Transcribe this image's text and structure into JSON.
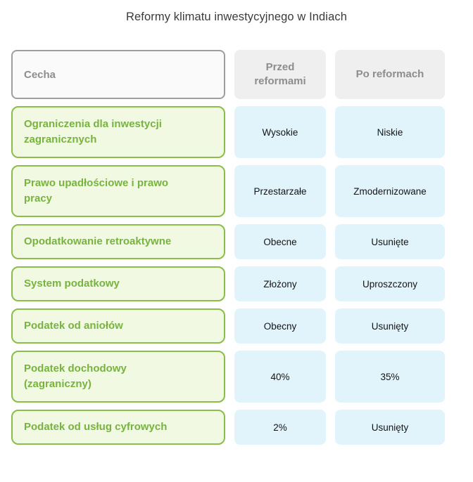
{
  "chart_data": {
    "type": "table",
    "title": "Reformy klimatu inwestycyjnego w Indiach",
    "columns": [
      "Cecha",
      "Przed reformami",
      "Po reformach"
    ],
    "rows": [
      [
        "Ograniczenia dla inwestycji\nzagranicznych",
        "Wysokie",
        "Niskie"
      ],
      [
        "Prawo upadłościowe i prawo\npracy",
        "Przestarzałe",
        "Zmodernizowane"
      ],
      [
        "Opodatkowanie retroaktywne",
        "Obecne",
        "Usunięte"
      ],
      [
        "System podatkowy",
        "Złożony",
        "Uproszczony"
      ],
      [
        "Podatek od aniołów",
        "Obecny",
        "Usunięty"
      ],
      [
        "Podatek dochodowy\n(zagraniczny)",
        "40%",
        "35%"
      ],
      [
        "Podatek od usług cyfrowych",
        "2%",
        "Usunięty"
      ]
    ],
    "layout": {
      "legend": "none",
      "grid": "off"
    }
  },
  "colors": {
    "title_text": "#3b3b3b",
    "green_border": "#8bbd4a",
    "green_bg": "#f2f9e2",
    "green_text": "#77b33f",
    "blue_bg": "#e1f4fc",
    "header_gray_bg": "#efefef",
    "header_gray_text": "#8d8d8d",
    "feature_header_border": "#9e9e9e",
    "feature_header_bg": "#fafafa",
    "value_text": "#141414"
  }
}
